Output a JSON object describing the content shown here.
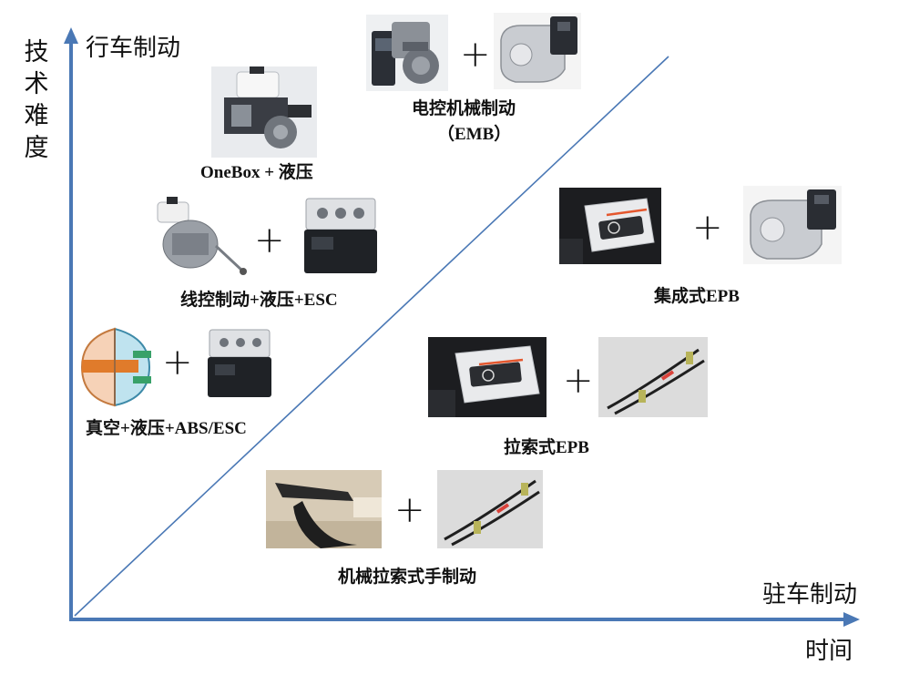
{
  "axes": {
    "y_title": [
      "技",
      "术",
      "难",
      "度"
    ],
    "y_top_label": "行车制动",
    "x_right_label": "驻车制动",
    "x_title": "时间",
    "color": "#4a78b5"
  },
  "service_brake": [
    {
      "caption": "真空+液压+ABS/ESC",
      "plus": "+"
    },
    {
      "caption": "线控制动+液压+ESC",
      "plus": "+"
    },
    {
      "caption": "OneBox + 液压"
    },
    {
      "caption_line1": "电控机械制动",
      "caption_line2": "（EMB）",
      "plus": "+"
    }
  ],
  "parking_brake": [
    {
      "caption": "机械拉索式手制动",
      "plus": "+"
    },
    {
      "caption": "拉索式EPB",
      "plus": "+"
    },
    {
      "caption": "集成式EPB",
      "plus": "+"
    }
  ],
  "icons": {
    "vacuum_booster": "vacuum-booster-icon",
    "abs_module": "abs-module-icon",
    "brake_by_wire": "brake-by-wire-unit-icon",
    "onebox": "onebox-unit-icon",
    "emb_actuator": "emb-actuator-icon",
    "caliper": "brake-caliper-icon",
    "epb_switch": "epb-switch-icon",
    "cable": "brake-cable-icon",
    "hand_lever": "handbrake-lever-icon"
  }
}
